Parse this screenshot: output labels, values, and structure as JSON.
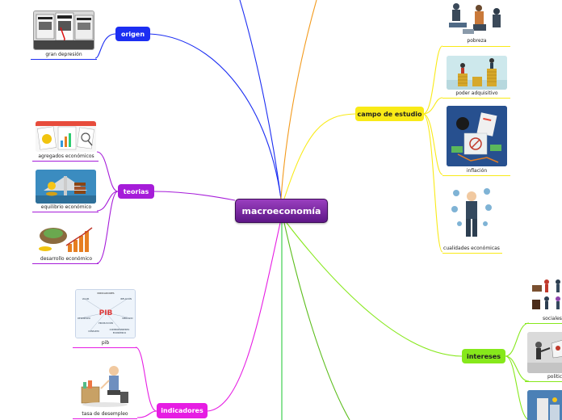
{
  "central": "macroeconomía",
  "branches": {
    "origen": {
      "label": "origen",
      "color": "#1c2ef2"
    },
    "teorias": {
      "label": "teorias",
      "color": "#a61cd9"
    },
    "campo": {
      "label": "campo de estudio",
      "color": "#f9ea17"
    },
    "intereses": {
      "label": "intereses",
      "color": "#86e81b"
    },
    "indicadores": {
      "label": "indicadores",
      "color": "#e61de3"
    }
  },
  "captions": {
    "gran_depresion": "gran depresión",
    "agregados": "agregados económicos",
    "equilibrio": "equilibrio económico",
    "desarrollo": "desarrollo económico",
    "pib": "pib",
    "desempleo": "tasa de desempleo",
    "pobreza": "pobreza",
    "poder": "poder adquisitivo",
    "inflacion": "inflación",
    "cualidades": "cualidades económicas",
    "sociales": "sociales",
    "politicos": "politicos"
  },
  "pib_diagram": {
    "title": "INDICADORES",
    "center": "PIB",
    "labels": [
      "VALOR",
      "INFLACIÓN",
      "MERCADO",
      "CONSUMO",
      "COMPORTAMIENTO",
      "ECONÓMICO",
      "PRODUCCIÓN",
      "DESEMPLEO"
    ]
  }
}
